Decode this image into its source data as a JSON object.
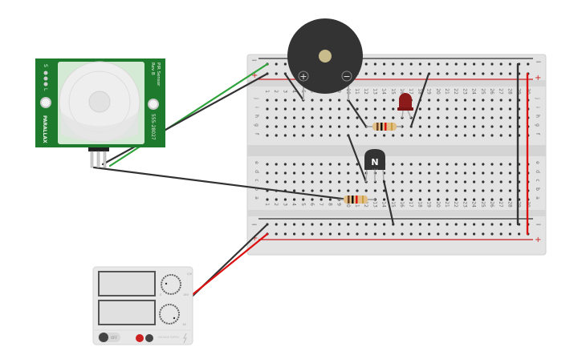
{
  "canvas": {
    "background": "#ffffff"
  },
  "breadboard": {
    "columns": 30,
    "top_rows": [
      "j",
      "i",
      "h",
      "g",
      "f"
    ],
    "bottom_rows": [
      "e",
      "d",
      "c",
      "b",
      "a"
    ],
    "rail_minus_label": "−",
    "rail_plus_label": "+",
    "colors": {
      "body": "#e6e6e6",
      "hole": "#333333",
      "rail_red": "#cc1f1f",
      "rail_black": "#333333",
      "label": "#666666"
    }
  },
  "pir_sensor": {
    "brand": "PARALLAX",
    "title": "PIR Sensor",
    "rev": "Rev B",
    "part_number": "555-28027",
    "pin_labels": [
      "S",
      "L"
    ],
    "colors": {
      "board": "#1e7a2c",
      "lens": "#eeeeee"
    }
  },
  "buzzer": {
    "plus_label": "+",
    "minus_label": "−",
    "colors": {
      "body": "#333333",
      "center": "#c8bb8c"
    }
  },
  "transistor": {
    "label": "N",
    "pins_label": "c b e",
    "color": "#333333"
  },
  "led": {
    "color": "#8b1a1a"
  },
  "resistors": [
    {
      "name": "resistor-top",
      "bands": [
        "#6b4226",
        "#111111",
        "#dd1111",
        "#c8a040"
      ]
    },
    {
      "name": "resistor-bottom",
      "bands": [
        "#6b4226",
        "#111111",
        "#dd1111",
        "#c8a040"
      ]
    }
  ],
  "power_supply": {
    "off_label": "OFF",
    "brand_label": "VOLTAGE SUPPLY",
    "knob1_min": "0",
    "knob1_max": "15V",
    "knob1_top": "C/V",
    "knob2_max": "1A",
    "colors": {
      "body": "#e8e8e8",
      "display": "#e0e0e0",
      "terminal_pos": "#cc1f1f",
      "terminal_neg": "#444444"
    }
  },
  "wires": [
    {
      "name": "wire-pir-to-top-minus-green",
      "color": "#2fa33a",
      "from": "pir-pin-3",
      "to": "top-rail-minus-col1"
    },
    {
      "name": "wire-pir-to-top-plus-black",
      "color": "#333333",
      "from": "pir-pin-1",
      "to": "top-rail-plus-col1"
    },
    {
      "name": "wire-pir-signal",
      "color": "#333333",
      "from": "pir-pin-2",
      "to": "a10"
    },
    {
      "name": "wire-rail-to-buzzer",
      "color": "#333333",
      "from": "top-rail-plus-col3",
      "to": "j5"
    },
    {
      "name": "wire-buzzer-to-resistor",
      "color": "#333333",
      "from": "j10",
      "to": "g12"
    },
    {
      "name": "wire-led-to-rail",
      "color": "#333333",
      "from": "g17",
      "to": "top-rail-plus-col19"
    },
    {
      "name": "wire-f10-to-transistor",
      "color": "#333333",
      "from": "f10",
      "to": "c12"
    },
    {
      "name": "wire-transistor-to-bottom-minus",
      "color": "#333333",
      "from": "c14",
      "to": "bottom-rail-minus-col15"
    },
    {
      "name": "wire-right-minus-bridge",
      "color": "#333333",
      "from": "top-rail-minus-col29",
      "to": "bottom-rail-minus-col29"
    },
    {
      "name": "wire-right-plus-bridge",
      "color": "#dd1111",
      "from": "top-rail-plus-col30",
      "to": "bottom-rail-plus-col30"
    },
    {
      "name": "wire-supply-neg",
      "color": "#333333",
      "from": "supply-neg",
      "to": "bottom-rail-minus-col1"
    },
    {
      "name": "wire-supply-pos",
      "color": "#dd1111",
      "from": "supply-pos",
      "to": "bottom-rail-plus-col1"
    }
  ]
}
